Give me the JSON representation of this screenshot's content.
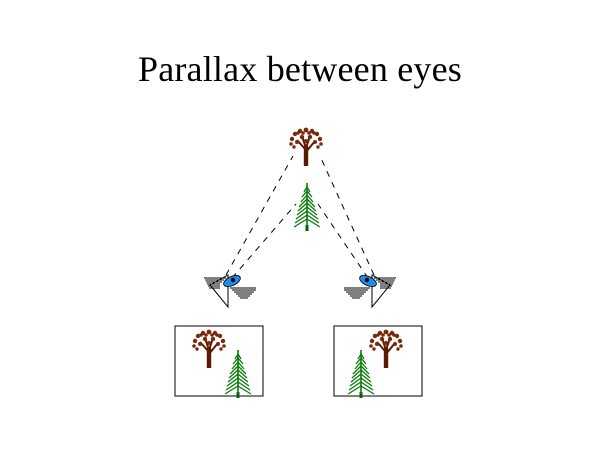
{
  "title": "Parallax between eyes",
  "colors": {
    "tree_trunk": "#5a1a00",
    "tree_leaves": "#7a2a0c",
    "pine": "#0a7a0a",
    "eye_iris": "#1f8be8",
    "sight_line": "#000000"
  },
  "scene": {
    "far_object": "deciduous-tree",
    "near_object": "pine-tree",
    "viewers": [
      "left-eye",
      "right-eye"
    ],
    "views": [
      {
        "eye": "left-eye",
        "order": [
          "deciduous-tree",
          "pine-tree"
        ]
      },
      {
        "eye": "right-eye",
        "order": [
          "pine-tree",
          "deciduous-tree"
        ]
      }
    ]
  }
}
